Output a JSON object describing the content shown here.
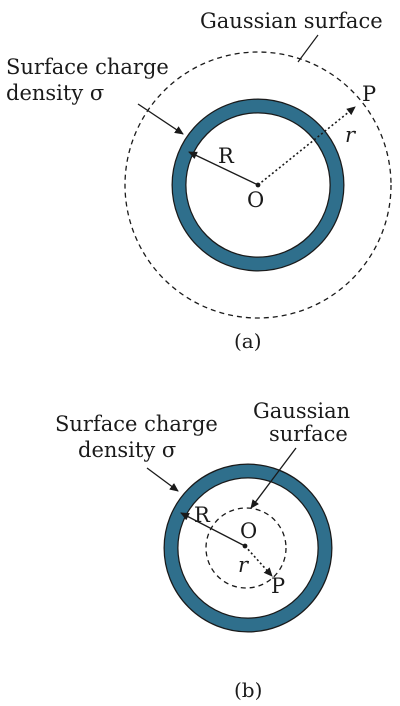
{
  "colors": {
    "shell": "#2f6f8c",
    "ink": "#1a1a1a",
    "background": "#ffffff"
  },
  "figure_a": {
    "gaussian_label": "Gaussian surface",
    "charge_label_line1": "Surface charge",
    "charge_label_line2": "density σ",
    "label_R": "R",
    "label_O": "O",
    "label_P": "P",
    "label_r": "r",
    "caption": "(a)"
  },
  "figure_b": {
    "charge_label_line1": "Surface charge",
    "charge_label_line2": "density σ",
    "gaussian_label_line1": "Gaussian",
    "gaussian_label_line2": "surface",
    "label_R": "R",
    "label_O": "O",
    "label_P": "P",
    "label_r": "r",
    "caption": "(b)"
  }
}
